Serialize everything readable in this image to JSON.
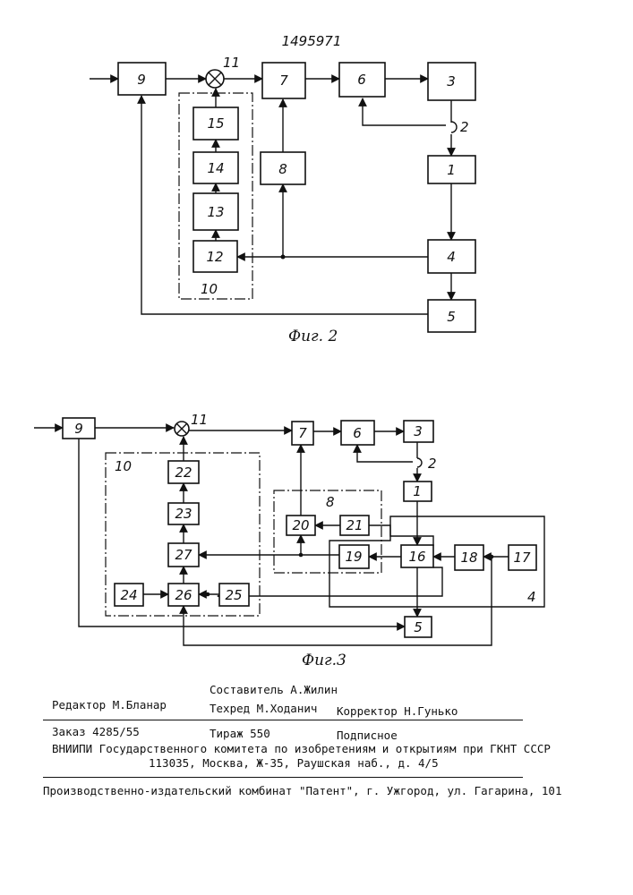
{
  "patent_number": "1495971",
  "fig2": {
    "caption": "Фиг. 2",
    "blocks": [
      "9",
      "7",
      "6",
      "3",
      "1",
      "4",
      "5",
      "8",
      "15",
      "14",
      "13",
      "12"
    ],
    "group_label": "10",
    "adder_label": "11",
    "coupling_label": "2"
  },
  "fig3": {
    "caption": "Фиг.3",
    "blocks": [
      "9",
      "7",
      "6",
      "3",
      "1",
      "16",
      "18",
      "17",
      "19",
      "20",
      "21",
      "5",
      "22",
      "23",
      "27",
      "24",
      "26",
      "25"
    ],
    "group10_label": "10",
    "group8_label": "8",
    "group4_label": "4",
    "adder_label": "11",
    "coupling_label": "2"
  },
  "colophon": {
    "composer": "Составитель А.Жилин",
    "editor": "Редактор  М.Бланар",
    "techred": "Техред М.Ходанич",
    "corrector": "Корректор Н.Гунько",
    "order": "Заказ 4285/55",
    "circulation": "Тираж 550",
    "subscription": "Подписное",
    "org_line": "ВНИИПИ Государственного комитета по изобретениям и открытиям при ГКНТ СССР",
    "address": "113035, Москва, Ж-35, Раушская наб., д. 4/5",
    "publisher": "Производственно-издательский комбинат \"Патент\", г. Ужгород, ул. Гагарина, 101"
  }
}
